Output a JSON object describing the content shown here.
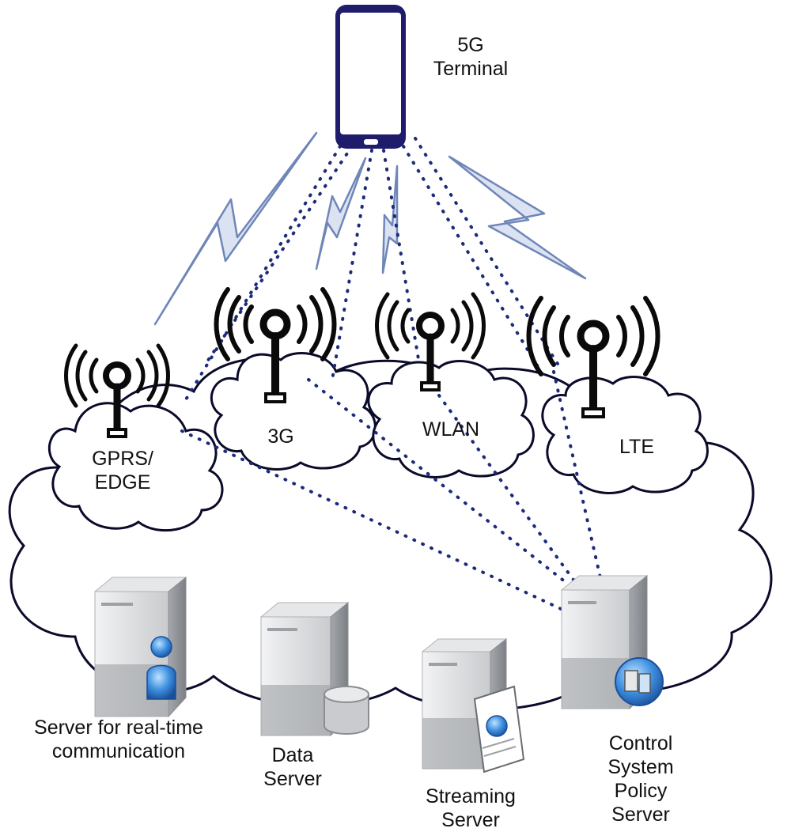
{
  "terminal": {
    "line1": "5G",
    "line2": "Terminal"
  },
  "networks": [
    {
      "id": "gprs",
      "line1": "GPRS/",
      "line2": "EDGE"
    },
    {
      "id": "3g",
      "line1": "3G"
    },
    {
      "id": "wlan",
      "line1": "WLAN"
    },
    {
      "id": "lte",
      "line1": "LTE"
    }
  ],
  "servers": [
    {
      "id": "rtc",
      "lines": [
        "Server for real-time",
        "communication"
      ]
    },
    {
      "id": "data",
      "lines": [
        "Data",
        "Server"
      ]
    },
    {
      "id": "streaming",
      "lines": [
        "Streaming",
        "Server"
      ]
    },
    {
      "id": "control",
      "lines": [
        "Control",
        "System",
        "Policy",
        "Server"
      ]
    }
  ],
  "colors": {
    "outline": "#0a0a2a",
    "dots": "#1c2a7a",
    "lightning_fill": "#dbe3f2",
    "lightning_stroke": "#6f86b8",
    "phone_frame": "#1f1d6b",
    "server_light": "#d7d9dc",
    "server_dark": "#8e9196",
    "accent_blue": "#2f7fd0"
  },
  "icons": [
    "smartphone-icon",
    "antenna-tower-icon",
    "lightning-bolt-icon",
    "server-icon",
    "user-icon",
    "database-icon",
    "media-icon",
    "policy-icon"
  ]
}
